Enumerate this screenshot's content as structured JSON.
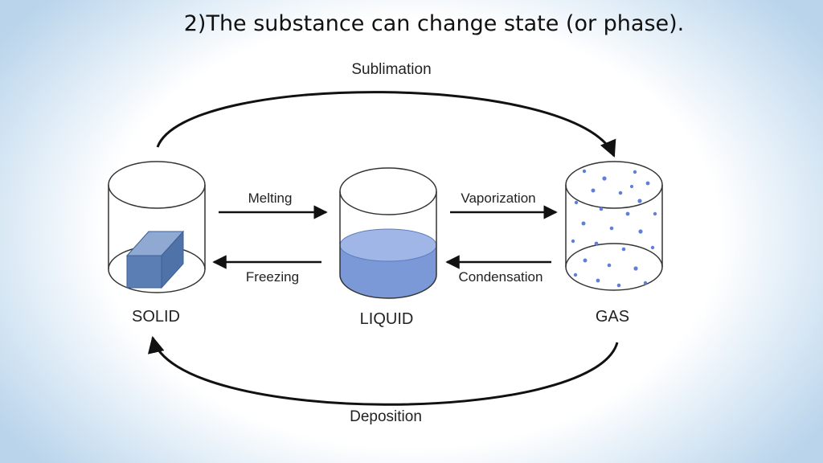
{
  "title": "2)The substance can change state (or phase).",
  "diagram": {
    "states": {
      "solid": "SOLID",
      "liquid": "LIQUID",
      "gas": "GAS"
    },
    "transitions": {
      "sublimation": "Sublimation",
      "melting": "Melting",
      "freezing": "Freezing",
      "vaporization": "Vaporization",
      "condensation": "Condensation",
      "deposition": "Deposition"
    },
    "colors": {
      "solid_block": "#5b7fb5",
      "liquid": "#7b99d6",
      "gas_particles": "#5f7fd8",
      "container_stroke": "#333333"
    }
  }
}
